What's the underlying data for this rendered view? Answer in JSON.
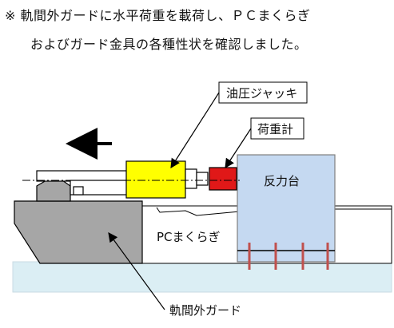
{
  "caption": {
    "line1": "※ 軌間外ガードに水平荷重を載荷し、ＰＣまくらぎ",
    "line2": "およびガード金具の各種性状を確認しました。"
  },
  "labels": {
    "jack": "油圧ジャッキ",
    "load_cell": "荷重計",
    "reaction_block": "反力台",
    "sleeper": "PCまくらぎ",
    "guard": "軌間外ガード"
  },
  "colors": {
    "jack": "#ffff00",
    "load_cell": "#e01818",
    "reaction_block": "#c5d9f1",
    "guard": "#a6a6a6",
    "ground": "#dbeef4",
    "anchors": "#c0504d"
  },
  "direction": "left"
}
